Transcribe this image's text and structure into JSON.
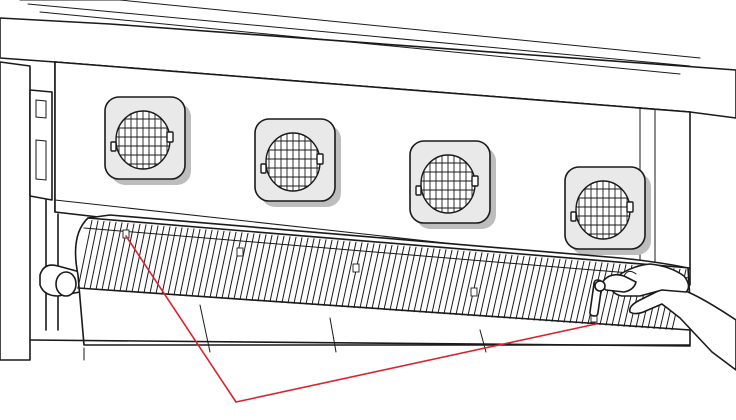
{
  "figure": {
    "kind": "line-illustration",
    "fan_count": 4,
    "callout_targets": 2
  },
  "colors": {
    "line": "#1a1a1a",
    "background": "#ffffff",
    "fan_face": "#e9e9e9",
    "fan_shadow": "#bdbdbd",
    "callout_line": "#d9232d"
  },
  "icons": [
    "fan-unit",
    "platen-slot",
    "hand-with-tool"
  ]
}
